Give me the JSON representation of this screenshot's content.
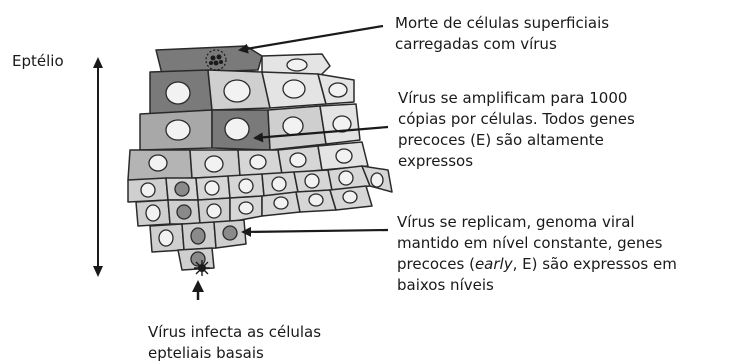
{
  "labels": {
    "epitelio": "Eptélio",
    "top_line1": "Morte de células superficiais",
    "top_line2": "carregadas com vírus",
    "mid_line1": "Vírus se amplificam para 1000",
    "mid_line2": "cópias por células. Todos genes",
    "mid_line3": "precoces (E) são altamente",
    "mid_line4": "expressos",
    "low_line1": "Vírus se replicam, genoma viral",
    "low_line2": "mantido em nível constante, genes",
    "low_line3_a": "precoces (",
    "low_line3_em": "early",
    "low_line3_b": ", E) são expressos em",
    "low_line4": "baixos níveis",
    "bot_line1": "Vírus infecta as células",
    "bot_line2": "epteliais basais"
  },
  "colors": {
    "dark_cell": "#7a7a7a",
    "mid_cell": "#a8a8a8",
    "light_cell": "#cfcfcf",
    "pale_cell": "#e4e4e4",
    "nucleus_light": "#f2f2f2",
    "nucleus_dark": "#8a8a8a",
    "outline": "#2a2a2a"
  }
}
